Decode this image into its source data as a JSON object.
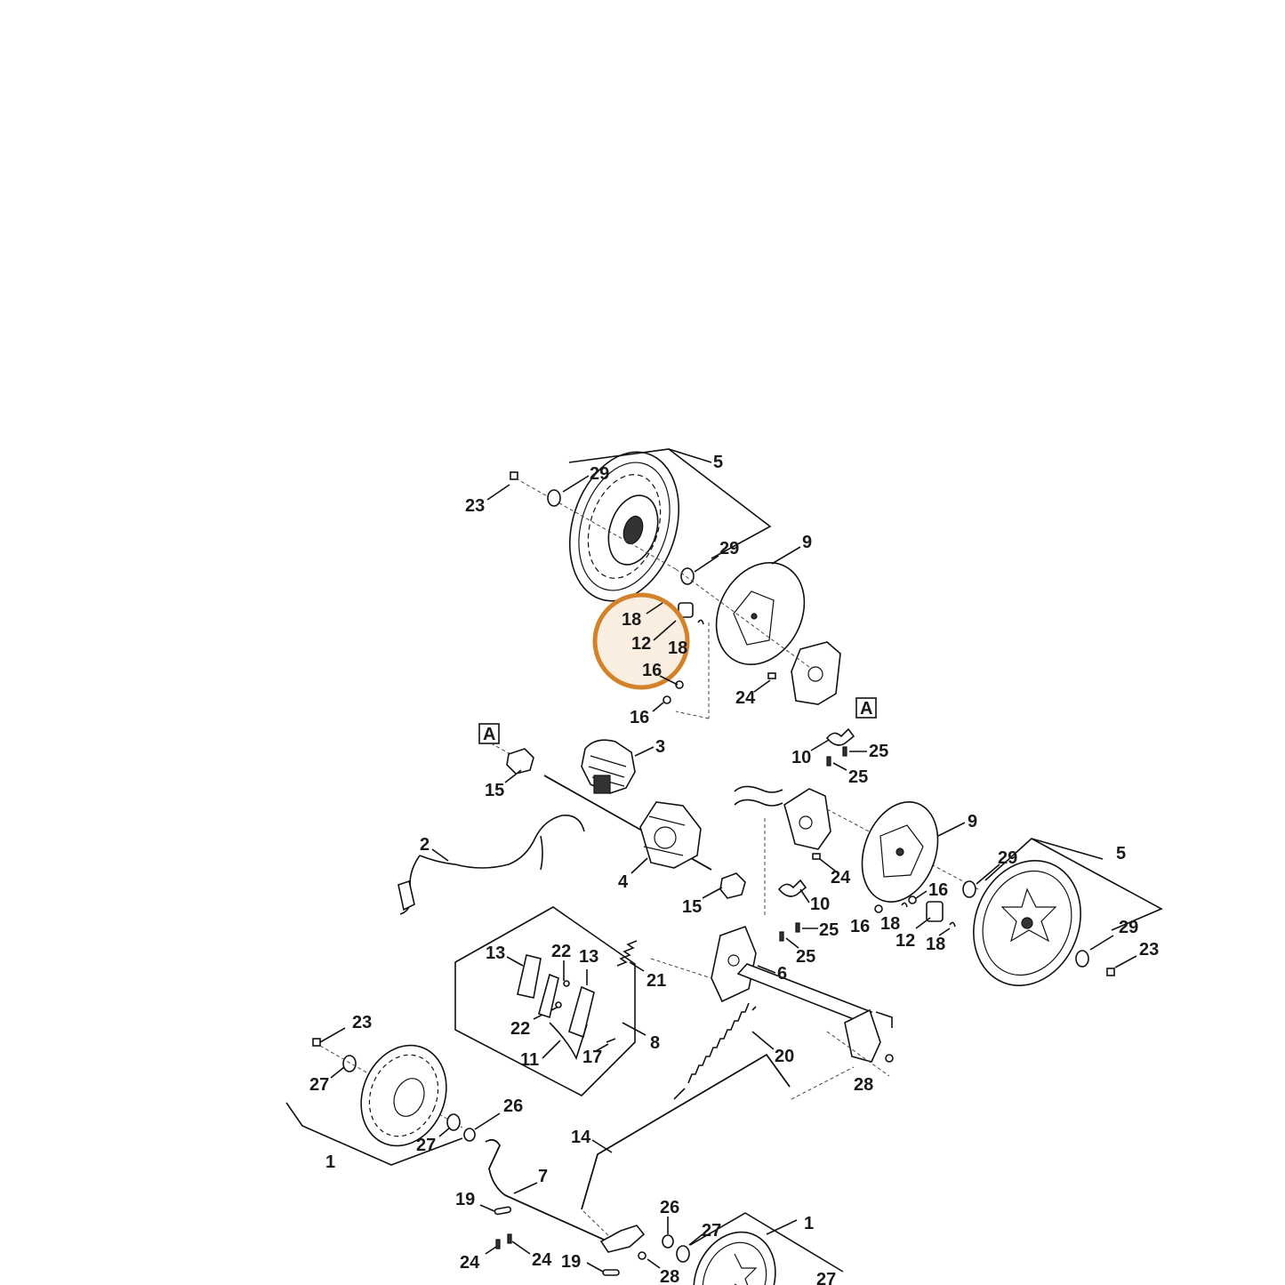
{
  "colors": {
    "highlight": "#d4822a",
    "highlight_fill": "#e6a96a",
    "ink": "#111111",
    "background": "#ffffff"
  },
  "section_marker": "A",
  "callouts": {
    "c23a": "23",
    "c29a": "29",
    "c5a": "5",
    "c29b": "29",
    "c9a": "9",
    "c18a": "18",
    "c12a": "12",
    "c18b": "18",
    "c16a": "16",
    "c16b": "16",
    "c24a": "24",
    "c10a": "10",
    "c25a": "25",
    "c25b": "25",
    "c3": "3",
    "c15a": "15",
    "c2": "2",
    "c4": "4",
    "c15b": "15",
    "c9b": "9",
    "c24b": "24",
    "c29c": "29",
    "c5b": "5",
    "c16c": "16",
    "c10b": "10",
    "c25c": "25",
    "c25d": "25",
    "c16d": "16",
    "c18c": "18",
    "c12b": "12",
    "c18d": "18",
    "c29d": "29",
    "c23b": "23",
    "c6": "6",
    "c13a": "13",
    "c22a": "22",
    "c13b": "13",
    "c21": "21",
    "c22b": "22",
    "c8": "8",
    "c11": "11",
    "c17": "17",
    "c20": "20",
    "c28a": "28",
    "c23c": "23",
    "c27a": "27",
    "c27b": "27",
    "c26a": "26",
    "c1a": "1",
    "c14": "14",
    "c7": "7",
    "c19a": "19",
    "c24c": "24",
    "c24d": "24",
    "c19b": "19",
    "c26b": "26",
    "c27c": "27",
    "c1b": "1",
    "c28b": "28",
    "c27d": "27"
  }
}
